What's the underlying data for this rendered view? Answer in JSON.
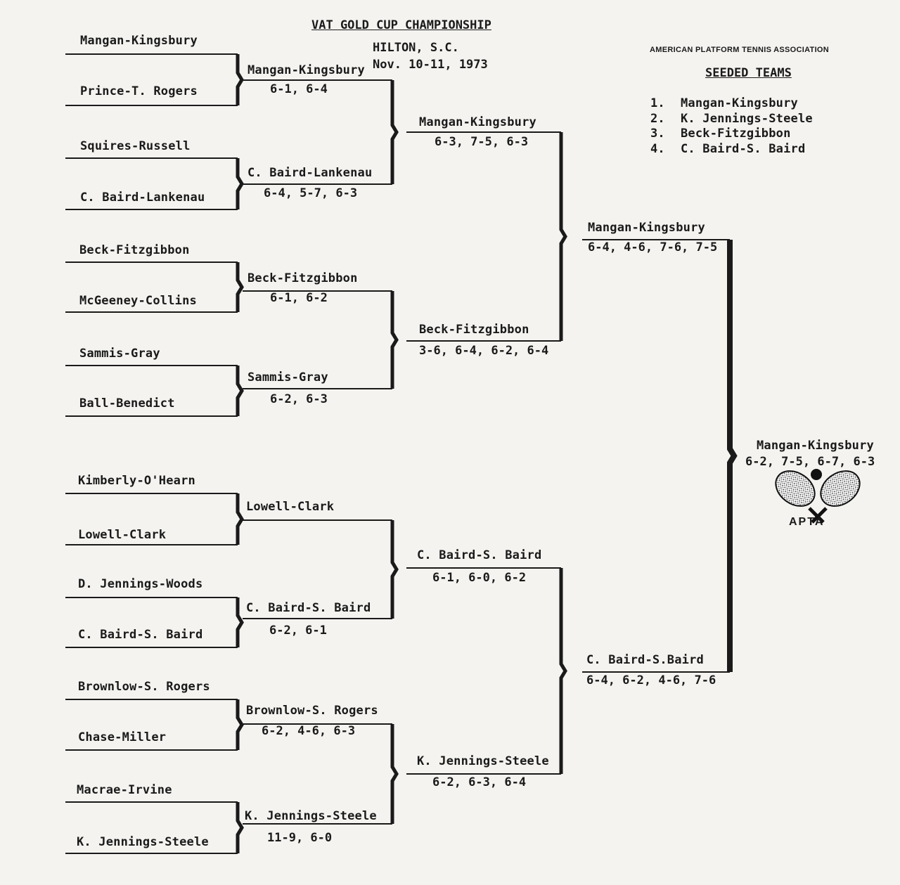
{
  "header": {
    "title": "VAT GOLD CUP CHAMPIONSHIP",
    "location": "HILTON, S.C.",
    "dates": "Nov. 10-11, 1973",
    "organization": "AMERICAN PLATFORM TENNIS ASSOCIATION"
  },
  "seeded": {
    "heading": "SEEDED TEAMS",
    "teams": [
      {
        "num": "1.",
        "name": "Mangan-Kingsbury"
      },
      {
        "num": "2.",
        "name": "K. Jennings-Steele"
      },
      {
        "num": "3.",
        "name": "Beck-Fitzgibbon"
      },
      {
        "num": "4.",
        "name": "C. Baird-S. Baird"
      }
    ]
  },
  "round1": [
    "Mangan-Kingsbury",
    "Prince-T. Rogers",
    "Squires-Russell",
    "C. Baird-Lankenau",
    "Beck-Fitzgibbon",
    "McGeeney-Collins",
    "Sammis-Gray",
    "Ball-Benedict",
    "Kimberly-O'Hearn",
    "Lowell-Clark",
    "D. Jennings-Woods",
    "C. Baird-S. Baird",
    "Brownlow-S. Rogers",
    "Chase-Miller",
    "Macrae-Irvine",
    "K. Jennings-Steele"
  ],
  "round2": [
    {
      "name": "Mangan-Kingsbury",
      "score": "6-1, 6-4"
    },
    {
      "name": "C. Baird-Lankenau",
      "score": "6-4, 5-7, 6-3"
    },
    {
      "name": "Beck-Fitzgibbon",
      "score": "6-1, 6-2"
    },
    {
      "name": "Sammis-Gray",
      "score": "6-2, 6-3"
    },
    {
      "name": "Lowell-Clark",
      "score": ""
    },
    {
      "name": "C. Baird-S. Baird",
      "score": "6-2, 6-1"
    },
    {
      "name": "Brownlow-S. Rogers",
      "score": "6-2, 4-6, 6-3"
    },
    {
      "name": "K. Jennings-Steele",
      "score": "11-9, 6-0"
    }
  ],
  "quarter": [
    {
      "name": "Mangan-Kingsbury",
      "score": "6-3, 7-5, 6-3"
    },
    {
      "name": "Beck-Fitzgibbon",
      "score": "3-6, 6-4, 6-2, 6-4"
    },
    {
      "name": "C. Baird-S. Baird",
      "score": "6-1, 6-0, 6-2"
    },
    {
      "name": "K. Jennings-Steele",
      "score": "6-2, 6-3, 6-4"
    }
  ],
  "semi": [
    {
      "name": "Mangan-Kingsbury",
      "score": "6-4, 4-6, 7-6, 7-5"
    },
    {
      "name": "C. Baird-S.Baird",
      "score": "6-4, 6-2, 4-6, 7-6"
    }
  ],
  "final": {
    "name": "Mangan-Kingsbury",
    "score": "6-2, 7-5, 6-7, 6-3"
  },
  "logo": {
    "text": "APTA"
  }
}
